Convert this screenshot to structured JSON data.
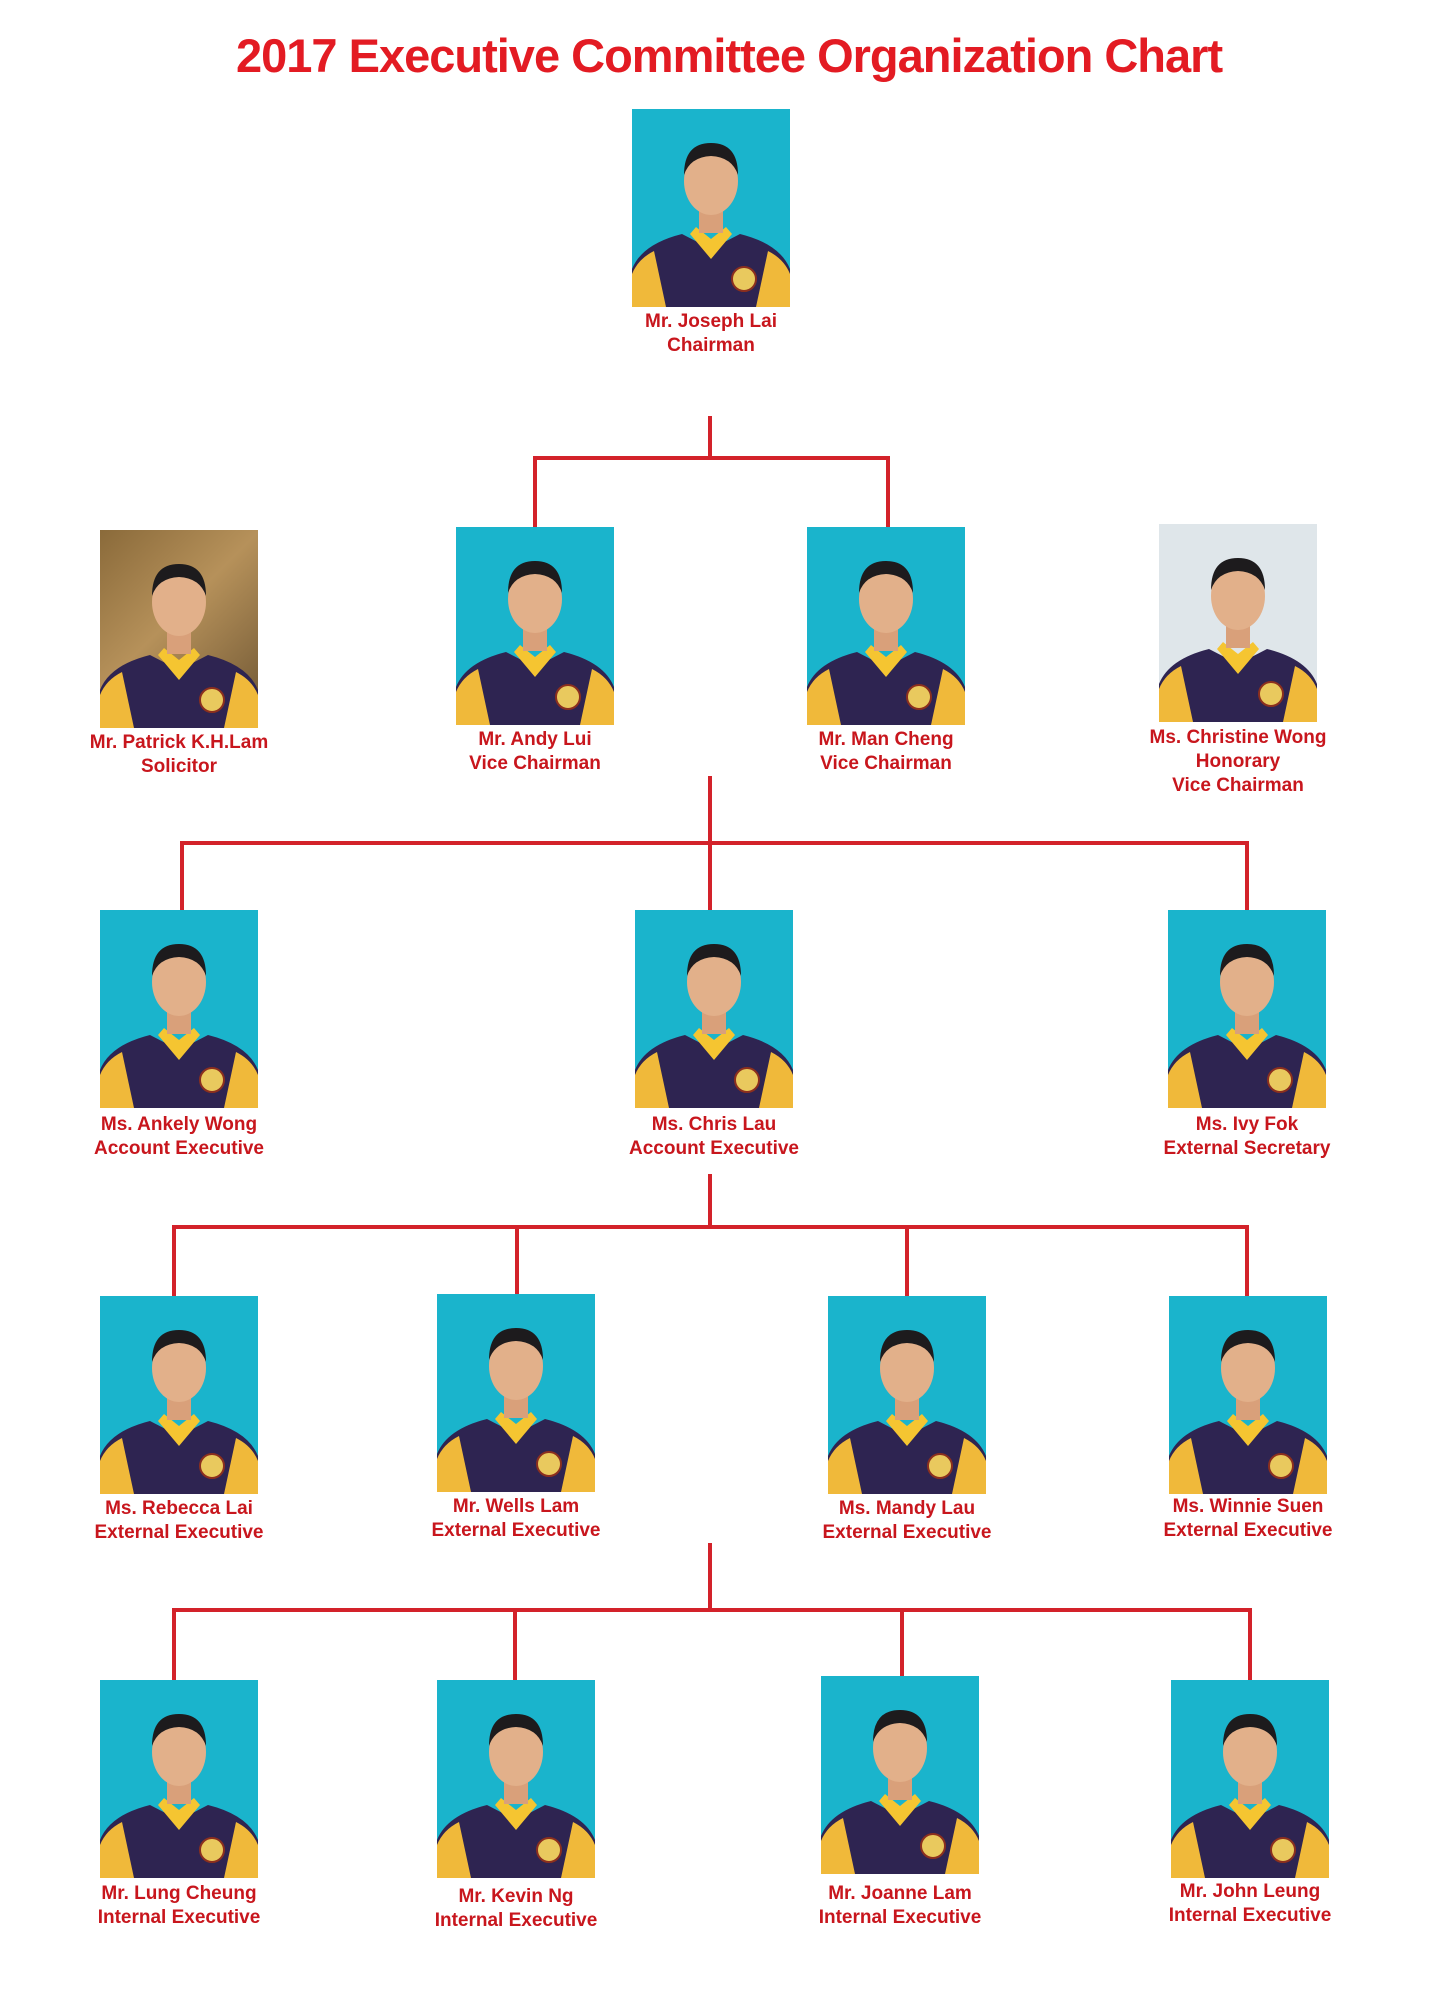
{
  "title": "2017 Executive Committee Organization Chart",
  "colors": {
    "title": "#e31b23",
    "connector": "#d3222a",
    "caption": "#c8161d",
    "photo_bg": "#1ab4cc"
  },
  "members": [
    {
      "id": "joseph-lai",
      "name": "Mr. Joseph Lai",
      "role": [
        "Chairman"
      ]
    },
    {
      "id": "patrick-lam",
      "name": "Mr. Patrick K.H.Lam",
      "role": [
        "Solicitor"
      ]
    },
    {
      "id": "andy-lui",
      "name": "Mr. Andy Lui",
      "role": [
        "Vice Chairman"
      ]
    },
    {
      "id": "man-cheng",
      "name": "Mr. Man Cheng",
      "role": [
        "Vice Chairman"
      ]
    },
    {
      "id": "christine-wong",
      "name": "Ms. Christine Wong",
      "role": [
        "Honorary",
        "Vice Chairman"
      ]
    },
    {
      "id": "ankely-wong",
      "name": "Ms. Ankely Wong",
      "role": [
        "Account Executive"
      ]
    },
    {
      "id": "chris-lau",
      "name": "Ms. Chris Lau",
      "role": [
        "Account Executive"
      ]
    },
    {
      "id": "ivy-fok",
      "name": "Ms. Ivy Fok",
      "role": [
        "External Secretary"
      ]
    },
    {
      "id": "rebecca-lai",
      "name": "Ms. Rebecca Lai",
      "role": [
        "External Executive"
      ]
    },
    {
      "id": "wells-lam",
      "name": "Mr. Wells Lam",
      "role": [
        "External Executive"
      ]
    },
    {
      "id": "mandy-lau",
      "name": "Ms. Mandy Lau",
      "role": [
        "External Executive"
      ]
    },
    {
      "id": "winnie-suen",
      "name": "Ms. Winnie Suen",
      "role": [
        "External Executive"
      ]
    },
    {
      "id": "lung-cheung",
      "name": "Mr. Lung Cheung",
      "role": [
        "Internal Executive"
      ]
    },
    {
      "id": "kevin-ng",
      "name": "Mr. Kevin Ng",
      "role": [
        "Internal Executive"
      ]
    },
    {
      "id": "joanne-lam",
      "name": "Mr. Joanne Lam",
      "role": [
        "Internal Executive"
      ]
    },
    {
      "id": "john-leung",
      "name": "Mr. John Leung",
      "role": [
        "Internal Executive"
      ]
    }
  ]
}
